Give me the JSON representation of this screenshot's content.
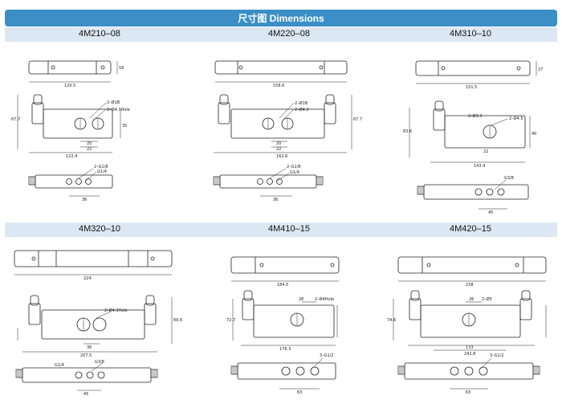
{
  "banner": {
    "title": "尺寸图 Dimensions"
  },
  "models": [
    {
      "name": "4M210–08",
      "dims": {
        "top_len": "120.5",
        "top_h": "18",
        "body_len": "122.4",
        "h": "67.7",
        "w": "35",
        "p1": "20",
        "p2": "22",
        "holes": "2–Ø1B",
        "hole2": "2–Ø4.3Hole",
        "port1": "2–G1/8",
        "port2": "G1/4",
        "p3": "36"
      }
    },
    {
      "name": "4M220–08",
      "dims": {
        "top_len": "158.6",
        "body_len": "162.6",
        "h": "67.7",
        "p1": "20",
        "p2": "22",
        "holes": "2–Ø1B",
        "hole2": "2–Ø4.3",
        "port1": "2–G1/8",
        "port2": "G1/4",
        "p3": "36"
      }
    },
    {
      "name": "4M310–10",
      "dims": {
        "top_len": "151.5",
        "top_h": "27",
        "body_len": "143.4",
        "h": "83.6",
        "w": "40",
        "p1": "22",
        "holes": "2–Ø3.3",
        "hole2": "2–Ø4.5",
        "port1": "G3/8",
        "p3": "45"
      }
    },
    {
      "name": "4M320–10",
      "dims": {
        "top_len": "224",
        "body_len": "207.5",
        "h": "69.6",
        "p1": "36",
        "hole2": "2–Ø4.3Hole",
        "port1": "G3/8",
        "port2": "G1/4",
        "p3": "45"
      }
    },
    {
      "name": "4M410–15",
      "dims": {
        "top_len": "184.5",
        "body_len": "176.3",
        "h": "72.7",
        "p1": "26",
        "hole2": "2–Ø4Hole",
        "port1": "3–G1/2",
        "p3": "63"
      }
    },
    {
      "name": "4M420–15",
      "dims": {
        "top_len": "238",
        "body_len": "242.8",
        "h": "74.6",
        "p1": "26",
        "p2": "133",
        "hole2": "2–Ø5",
        "port1": "3–G1/2",
        "p3": "63"
      }
    }
  ]
}
